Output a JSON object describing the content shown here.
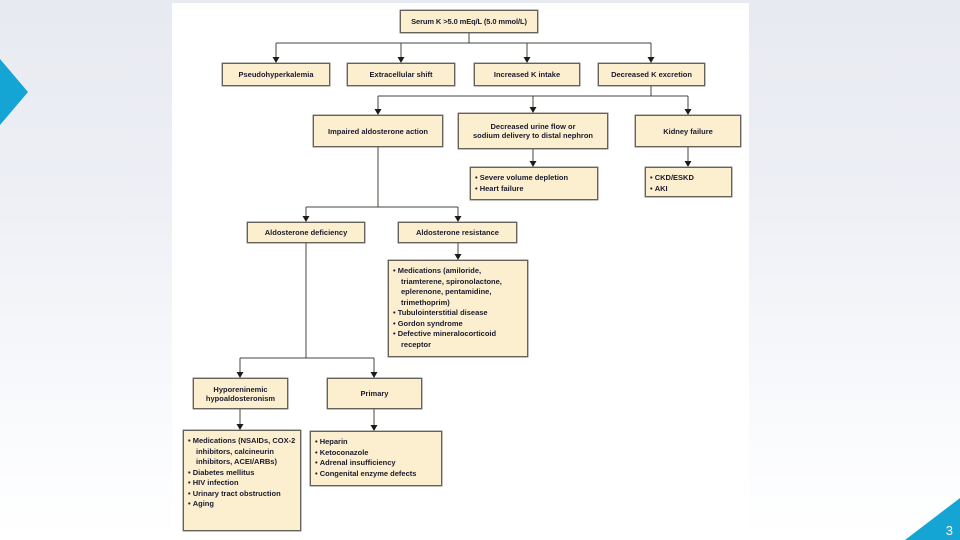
{
  "slide": {
    "page_number": "3",
    "accent_color": "#14a5d5"
  },
  "flowchart": {
    "root": {
      "label": "Serum K >5.0 mEq/L (5.0 mmol/L)"
    },
    "causes": {
      "pseudohyperkalemia": {
        "label": "Pseudohyperkalemia"
      },
      "extracellular_shift": {
        "label": "Extracellular shift"
      },
      "increased_k_intake": {
        "label": "Increased K intake"
      },
      "decreased_k_excretion": {
        "label": "Decreased K excretion"
      }
    },
    "decreased_excretion_branches": {
      "impaired_aldosterone_action": {
        "label": "Impaired aldosterone action"
      },
      "decreased_urine_flow": {
        "label": "Decreased urine flow or\nsodium delivery to distal nephron"
      },
      "kidney_failure": {
        "label": "Kidney failure"
      }
    },
    "decreased_urine_flow_causes": {
      "items": [
        "Severe volume depletion",
        "Heart failure"
      ]
    },
    "kidney_failure_causes": {
      "items": [
        "CKD/ESKD",
        "AKI"
      ]
    },
    "impaired_aldosterone_branches": {
      "aldosterone_deficiency": {
        "label": "Aldosterone deficiency"
      },
      "aldosterone_resistance": {
        "label": "Aldosterone resistance"
      }
    },
    "aldosterone_resistance_causes": {
      "items": [
        "Medications (amiloride, triamterene, spironolactone, eplerenone, pentamidine, trimethoprim)",
        "Tubulointerstitial disease",
        "Gordon syndrome",
        "Defective mineralocorticoid receptor"
      ]
    },
    "aldosterone_deficiency_branches": {
      "hyporeninemic": {
        "label": "Hyporeninemic\nhypoaldosteronism"
      },
      "primary": {
        "label": "Primary"
      }
    },
    "hyporeninemic_causes": {
      "items": [
        "Medications (NSAIDs, COX-2 inhibitors, calcineurin inhibitors, ACEI/ARBs)",
        "Diabetes mellitus",
        "HIV infection",
        "Urinary tract obstruction",
        "Aging"
      ]
    },
    "primary_causes": {
      "items": [
        "Heparin",
        "Ketoconazole",
        "Adrenal insufficiency",
        "Congenital enzyme defects"
      ]
    }
  }
}
